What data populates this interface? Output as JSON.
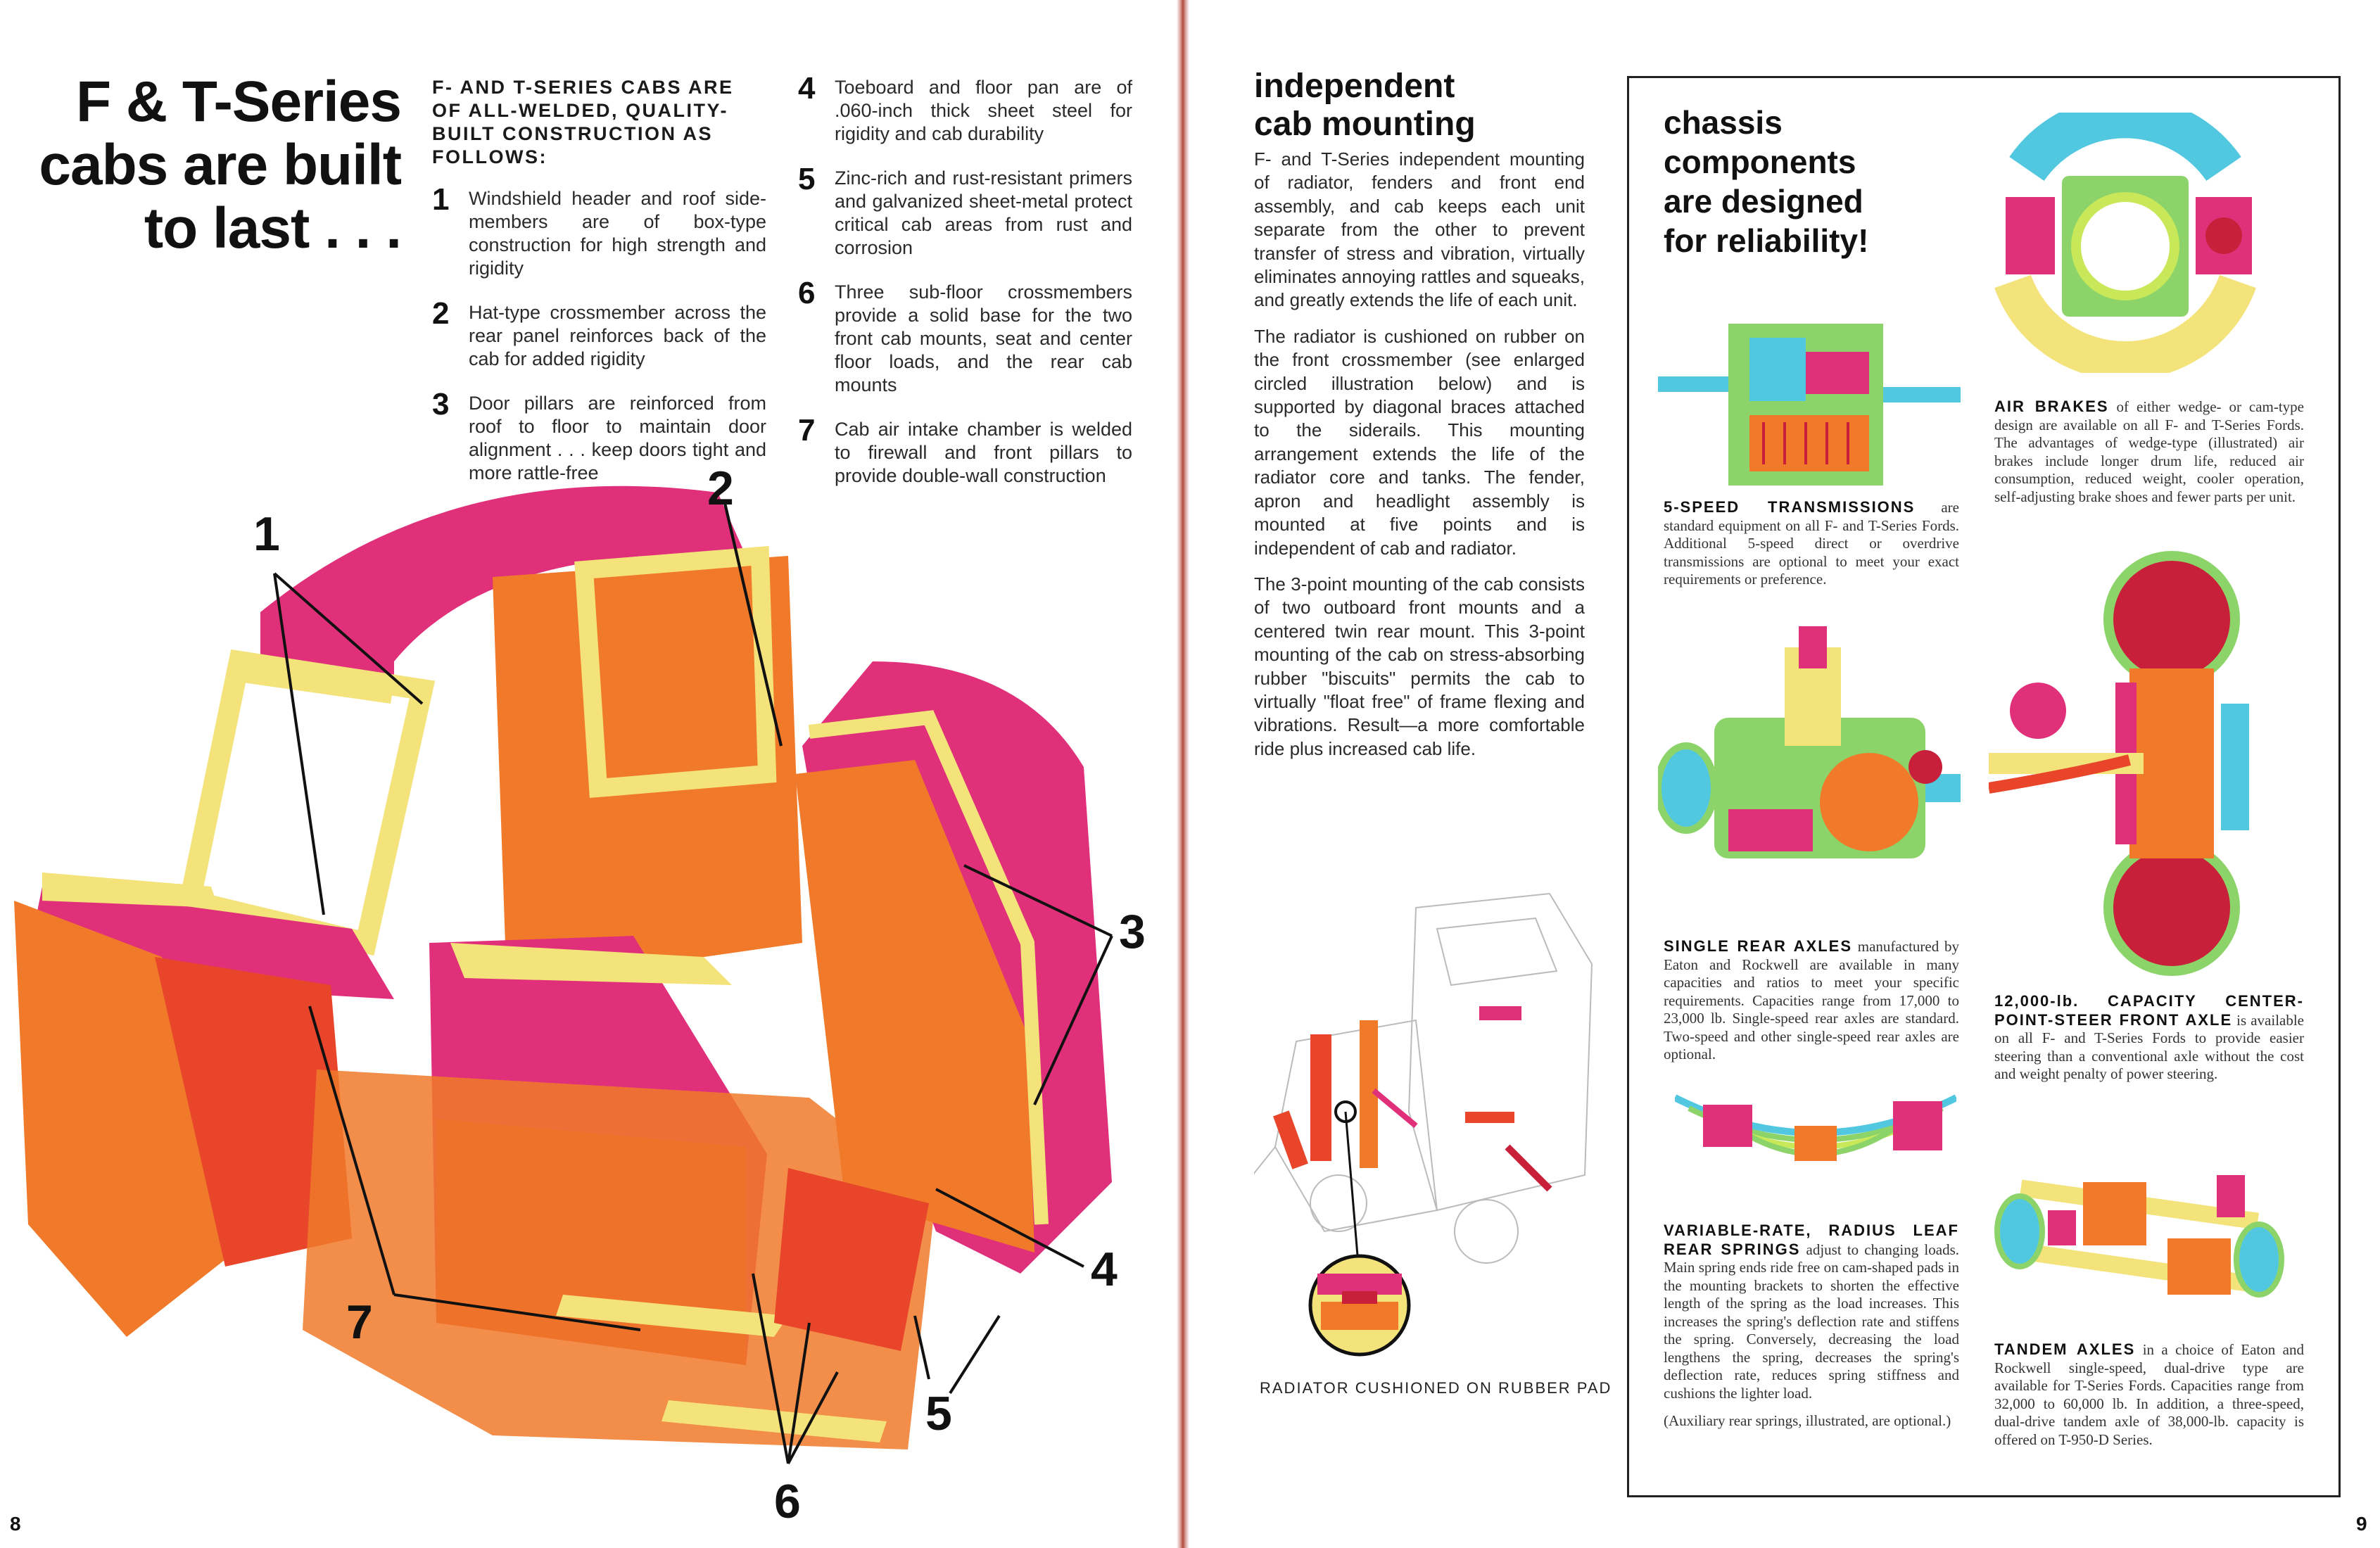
{
  "left_page": {
    "headline": [
      "F & T-Series",
      "cabs are built",
      "to last . . ."
    ],
    "intro": "F- and T-Series cabs are of all-welded, quality-built construction as follows:",
    "features": [
      {
        "num": "1",
        "text": "Windshield header and roof side-members are of box-type construction for high strength and rigidity"
      },
      {
        "num": "2",
        "text": "Hat-type crossmember across the rear panel reinforces back of the cab for added rigidity"
      },
      {
        "num": "3",
        "text": "Door pillars are reinforced from roof to floor to maintain door alignment . . . keep doors tight and more rattle-free"
      },
      {
        "num": "4",
        "text": "Toeboard and floor pan are of .060-inch thick sheet steel for rigidity and cab durability"
      },
      {
        "num": "5",
        "text": "Zinc-rich and rust-resistant primers and galvanized sheet-metal protect critical cab areas from rust and corrosion"
      },
      {
        "num": "6",
        "text": "Three sub-floor crossmembers provide a solid base for the two front cab mounts, seat and center floor loads, and the rear cab mounts"
      },
      {
        "num": "7",
        "text": "Cab air intake chamber is welded to firewall and front pillars to provide double-wall construction"
      }
    ],
    "callouts": [
      "1",
      "2",
      "3",
      "4",
      "5",
      "6",
      "7"
    ],
    "page_number": "8"
  },
  "right_page": {
    "mount_title": [
      "independent",
      "cab mounting"
    ],
    "mount_paragraphs": [
      "F- and T-Series independent mounting of radiator, fenders and front end assembly, and cab keeps each unit separate from the other to prevent transfer of stress and vibration, virtually eliminates annoying rattles and squeaks, and greatly extends the life of each unit.",
      "The radiator is cushioned on rubber on the front crossmember (see enlarged circled illustration below) and is supported by diagonal braces attached to the siderails. This mounting arrangement extends the life of the radiator core and tanks. The fender, apron and headlight assembly is mounted at five points and is independent of cab and radiator.",
      "The 3-point mounting of the cab consists of two outboard front mounts and a centered twin rear mount. This 3-point mounting of the cab on stress-absorbing rubber \"biscuits\" permits the cab to virtually \"float free\" of frame flexing and vibrations. Result—a more comfortable ride plus increased cab life."
    ],
    "radiator_caption": "RADIATOR CUSHIONED ON RUBBER PAD",
    "chassis_title": [
      "chassis",
      "components",
      "are designed",
      "for reliability!"
    ],
    "components": {
      "transmission": {
        "label": "5-SPEED TRANSMISSIONS",
        "text": " are standard equipment on all F- and T-Series Fords. Additional 5-speed direct or overdrive transmissions are optional to meet your exact requirements or preference."
      },
      "air_brakes": {
        "label": "AIR BRAKES",
        "text": " of either wedge- or cam-type design are available on all F- and T-Series Fords. The advantages of wedge-type (illustrated) air brakes include longer drum life, reduced air consumption, reduced weight, cooler operation, self-adjusting brake shoes and fewer parts per unit."
      },
      "rear_axles": {
        "label": "SINGLE REAR AXLES",
        "text": " manufactured by Eaton and Rockwell are available in many capacities and ratios to meet your specific requirements. Capacities range from 17,000 to 23,000 lb. Single-speed rear axles are standard. Two-speed and other single-speed rear axles are optional."
      },
      "front_axle": {
        "label": "12,000-lb. CAPACITY CENTER-POINT-STEER FRONT AXLE",
        "text": " is available on all F- and T-Series Fords to provide easier steering than a conventional axle without the cost and weight penalty of power steering."
      },
      "leaf_springs": {
        "label": "VARIABLE-RATE, RADIUS LEAF REAR SPRINGS",
        "text": " adjust to changing loads. Main spring ends ride free on cam-shaped pads in the mounting brackets to shorten the effective length of the spring as the load increases. This increases the spring's deflection rate and stiffens the spring. Conversely, decreasing the load lengthens the spring, decreases the spring's deflection rate, reduces spring stiffness and cushions the lighter load.",
        "note": "(Auxiliary rear springs, illustrated, are optional.)"
      },
      "tandem_axles": {
        "label": "TANDEM AXLES",
        "text": " in a choice of Eaton and Rockwell single-speed, dual-drive type are available for T-Series Fords. Capacities range from 32,000 to 60,000 lb. In addition, a three-speed, dual-drive tandem axle of 38,000-lb. capacity is offered on T-950-D Series."
      }
    },
    "page_number": "9"
  },
  "colors": {
    "magenta": "#e0307a",
    "orange": "#f07a2a",
    "red_orange": "#e8452a",
    "yellow": "#f4e37a",
    "cyan": "#52c8e0",
    "green": "#8cd46a",
    "lime": "#c8e85a",
    "crimson": "#c8203a"
  }
}
